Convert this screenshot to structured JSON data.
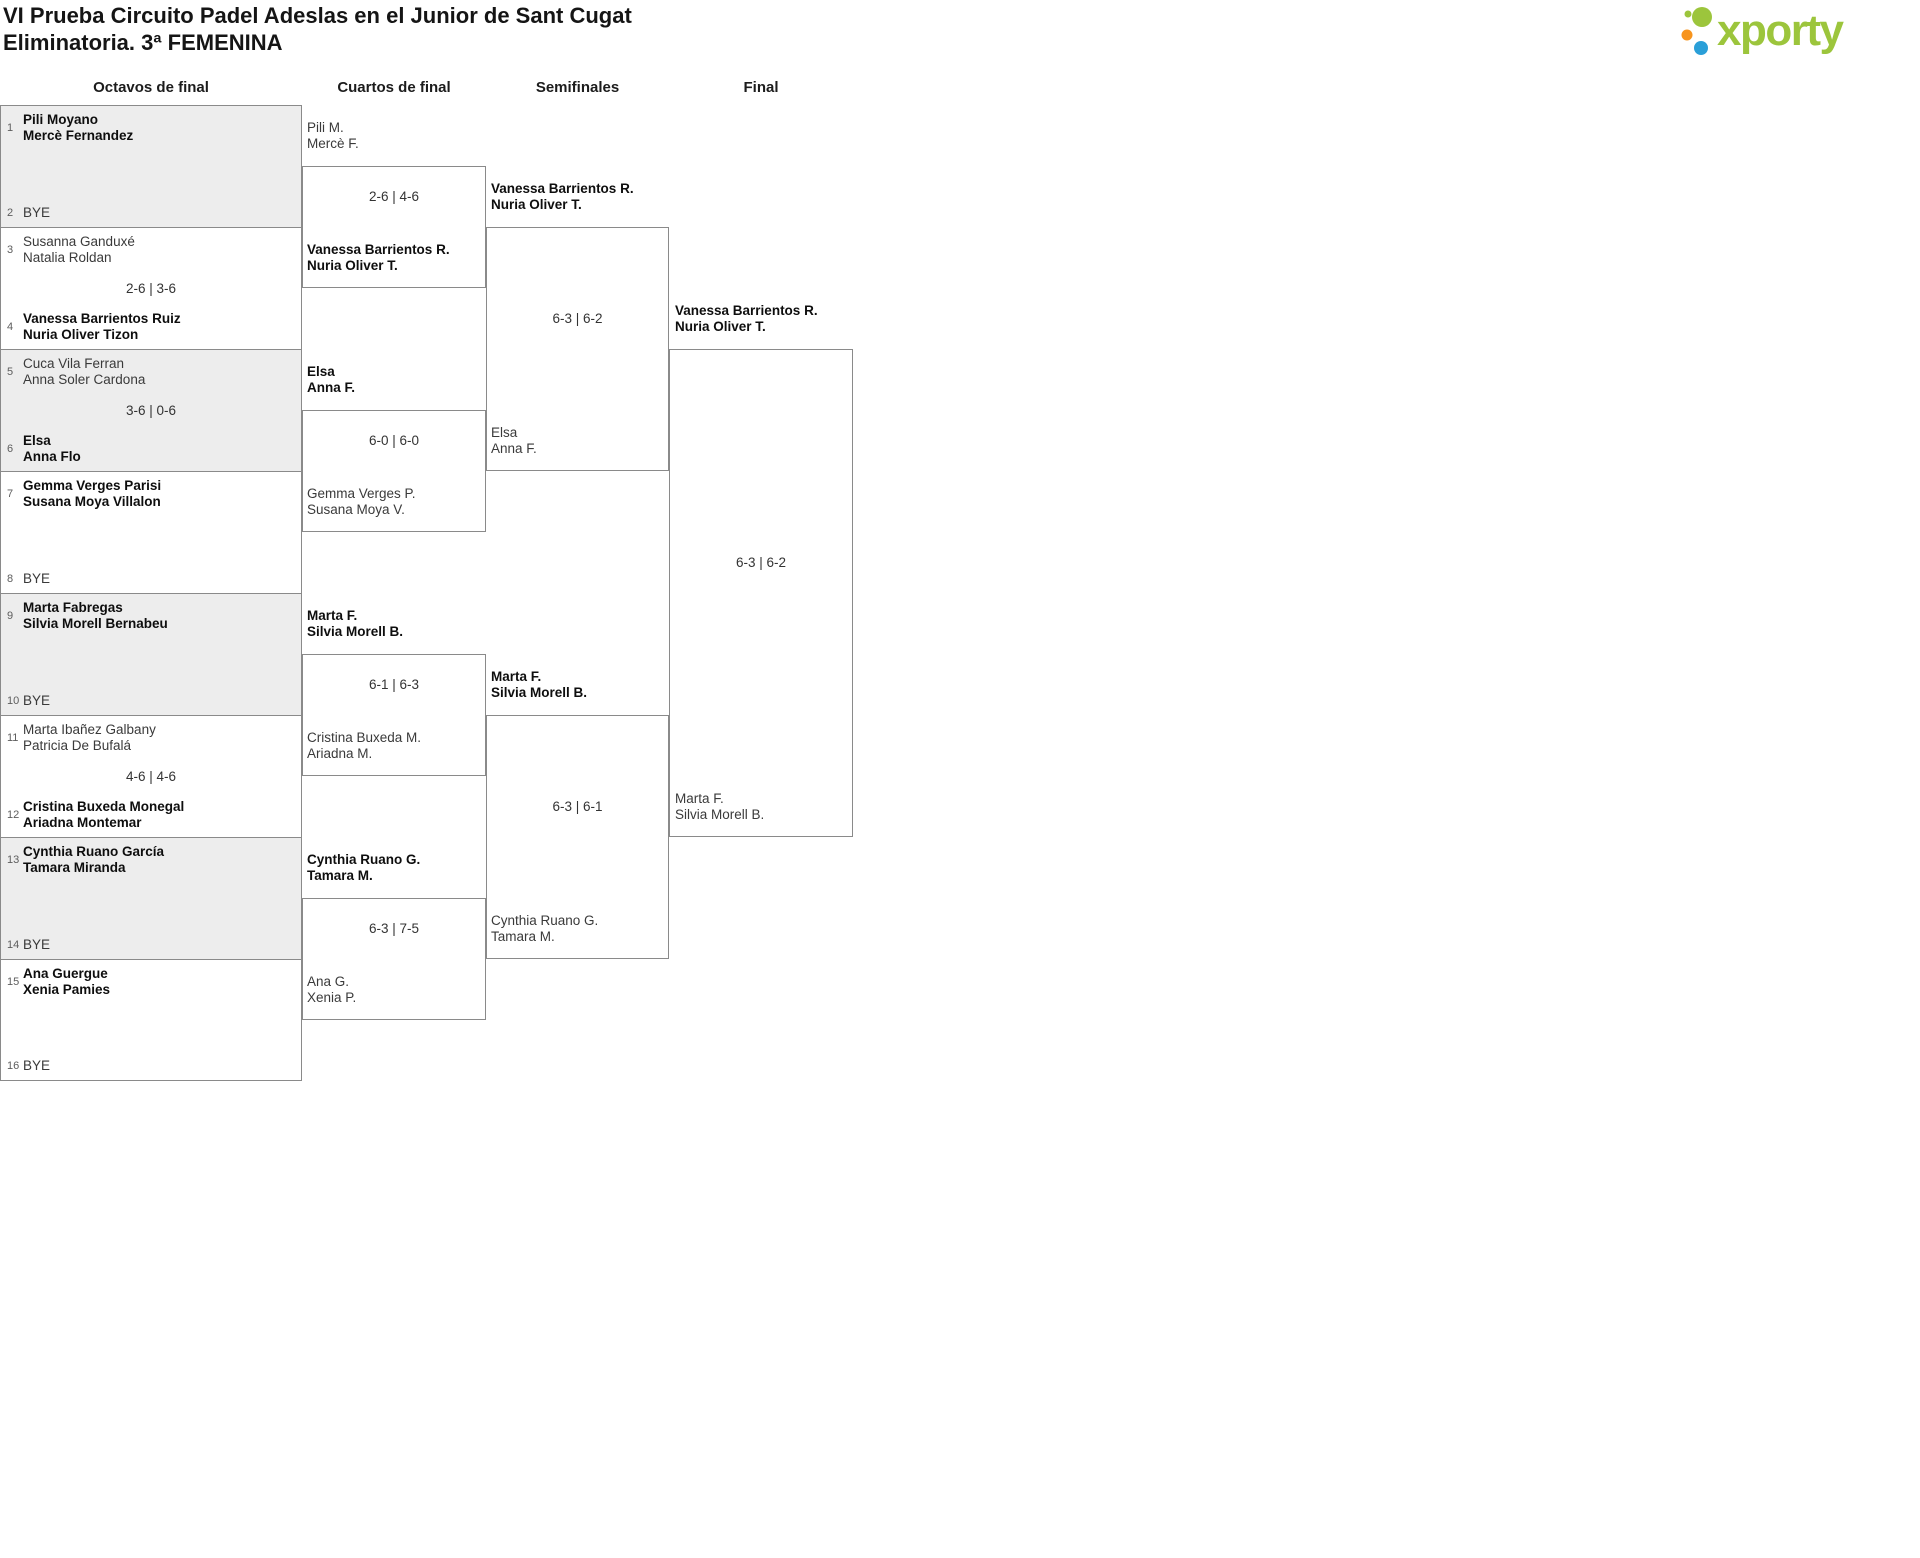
{
  "header": {
    "title_line1": "VI Prueba Circuito Padel Adeslas en el Junior de Sant Cugat",
    "title_line2": "Eliminatoria. 3ª FEMENINA"
  },
  "logo": {
    "brand": "xporty"
  },
  "colors": {
    "brand_green": "#9cc53c",
    "brand_orange": "#f7941d",
    "brand_blue": "#2a9fd8",
    "bracket_line": "#8a8a8a",
    "match_shade": "#ededed"
  },
  "round_headers": [
    {
      "label": "Octavos de final"
    },
    {
      "label": "Cuartos de final"
    },
    {
      "label": "Semifinales"
    },
    {
      "label": "Final"
    }
  ],
  "r16": [
    {
      "top": {
        "seed": "1",
        "line1": "Pili Moyano",
        "line2": "Mercè Fernandez"
      },
      "score": "",
      "bottom": {
        "seed": "2",
        "line1": "BYE",
        "line2": ""
      }
    },
    {
      "top": {
        "seed": "3",
        "line1": "Susanna Ganduxé",
        "line2": "Natalia Roldan"
      },
      "score": "2-6 | 3-6",
      "bottom": {
        "seed": "4",
        "line1": "Vanessa Barrientos Ruiz",
        "line2": "Nuria Oliver Tizon"
      }
    },
    {
      "top": {
        "seed": "5",
        "line1": "Cuca Vila Ferran",
        "line2": "Anna Soler Cardona"
      },
      "score": "3-6 | 0-6",
      "bottom": {
        "seed": "6",
        "line1": "Elsa",
        "line2": "Anna Flo"
      }
    },
    {
      "top": {
        "seed": "7",
        "line1": "Gemma Verges Parisi",
        "line2": "Susana Moya Villalon"
      },
      "score": "",
      "bottom": {
        "seed": "8",
        "line1": "BYE",
        "line2": ""
      }
    },
    {
      "top": {
        "seed": "9",
        "line1": "Marta Fabregas",
        "line2": "Silvia Morell Bernabeu"
      },
      "score": "",
      "bottom": {
        "seed": "10",
        "line1": "BYE",
        "line2": ""
      }
    },
    {
      "top": {
        "seed": "11",
        "line1": "Marta Ibañez Galbany",
        "line2": "Patricia De Bufalá"
      },
      "score": "4-6 | 4-6",
      "bottom": {
        "seed": "12",
        "line1": "Cristina Buxeda Monegal",
        "line2": "Ariadna Montemar"
      }
    },
    {
      "top": {
        "seed": "13",
        "line1": "Cynthia Ruano García",
        "line2": "Tamara Miranda"
      },
      "score": "",
      "bottom": {
        "seed": "14",
        "line1": "BYE",
        "line2": ""
      }
    },
    {
      "top": {
        "seed": "15",
        "line1": "Ana Guergue",
        "line2": "Xenia Pamies"
      },
      "score": "",
      "bottom": {
        "seed": "16",
        "line1": "BYE",
        "line2": ""
      }
    }
  ],
  "qf": [
    {
      "top": {
        "line1": "Pili M.",
        "line2": "Mercè F."
      },
      "score": "2-6 | 4-6",
      "bottom": {
        "line1": "Vanessa Barrientos R.",
        "line2": "Nuria Oliver T."
      }
    },
    {
      "top": {
        "line1": "Elsa",
        "line2": "Anna F."
      },
      "score": "6-0 | 6-0",
      "bottom": {
        "line1": "Gemma Verges P.",
        "line2": "Susana Moya V."
      }
    },
    {
      "top": {
        "line1": "Marta F.",
        "line2": "Silvia Morell B."
      },
      "score": "6-1 | 6-3",
      "bottom": {
        "line1": "Cristina Buxeda M.",
        "line2": "Ariadna M."
      }
    },
    {
      "top": {
        "line1": "Cynthia Ruano G.",
        "line2": "Tamara M."
      },
      "score": "6-3 | 7-5",
      "bottom": {
        "line1": "Ana G.",
        "line2": "Xenia P."
      }
    }
  ],
  "sf": [
    {
      "top": {
        "line1": "Vanessa Barrientos R.",
        "line2": "Nuria Oliver T."
      },
      "score": "6-3 | 6-2",
      "bottom": {
        "line1": "Elsa",
        "line2": "Anna F."
      }
    },
    {
      "top": {
        "line1": "Marta F.",
        "line2": "Silvia Morell B."
      },
      "score": "6-3 | 6-1",
      "bottom": {
        "line1": "Cynthia Ruano G.",
        "line2": "Tamara M."
      }
    }
  ],
  "final": [
    {
      "top": {
        "line1": "Vanessa Barrientos R.",
        "line2": "Nuria Oliver T."
      },
      "score": "6-3 | 6-2",
      "bottom": {
        "line1": "Marta F.",
        "line2": "Silvia Morell B."
      }
    }
  ]
}
